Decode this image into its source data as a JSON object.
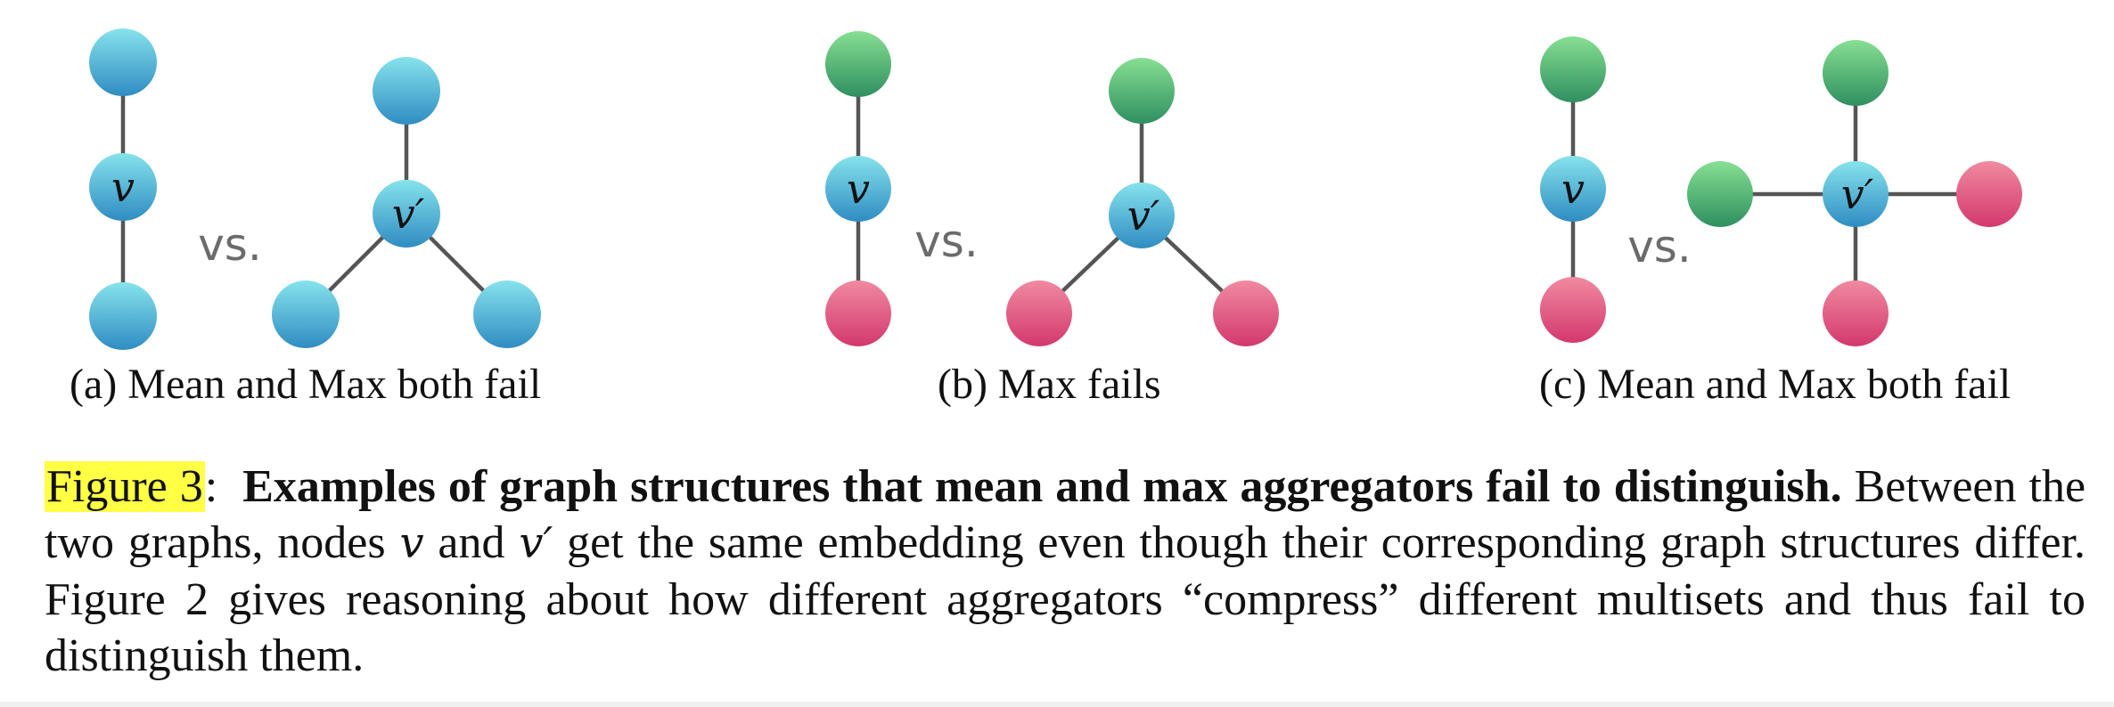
{
  "panels": [
    {
      "id": "a",
      "caption": "(a) Mean and Max both fail",
      "left_graph": {
        "center": "v",
        "neighbors": [
          "blue",
          "blue"
        ]
      },
      "right_graph": {
        "center": "v′",
        "neighbors": [
          "blue",
          "blue",
          "blue"
        ]
      }
    },
    {
      "id": "b",
      "caption": "(b) Max fails",
      "left_graph": {
        "center": "v",
        "neighbors": [
          "green",
          "red"
        ]
      },
      "right_graph": {
        "center": "v′",
        "neighbors": [
          "green",
          "red",
          "red"
        ]
      }
    },
    {
      "id": "c",
      "caption": "(c) Mean and Max both fail",
      "left_graph": {
        "center": "v",
        "neighbors": [
          "green",
          "red"
        ]
      },
      "right_graph": {
        "center": "v′",
        "neighbors": [
          "green",
          "green",
          "red",
          "red"
        ]
      }
    }
  ],
  "vs_label": "vs.",
  "node_colors": {
    "blue": [
      "#86e3ec",
      "#2f8cc2"
    ],
    "green": [
      "#86df92",
      "#2f8f60"
    ],
    "red": [
      "#f08aa0",
      "#d3386e"
    ]
  },
  "caption": {
    "ref": "Figure 3",
    "colon": ":",
    "title": "Examples of graph structures that mean and max aggregators fail to distinguish.",
    "body_1": "Between the two graphs, nodes",
    "v": "v",
    "and": "and",
    "v_prime": "v′",
    "body_2": "get the same embedding even though their corresponding graph structures differ. Figure 2 gives reasoning about how different aggregators “compress” different multisets and thus fail to distinguish them."
  },
  "highlight_color": "#ffff44"
}
